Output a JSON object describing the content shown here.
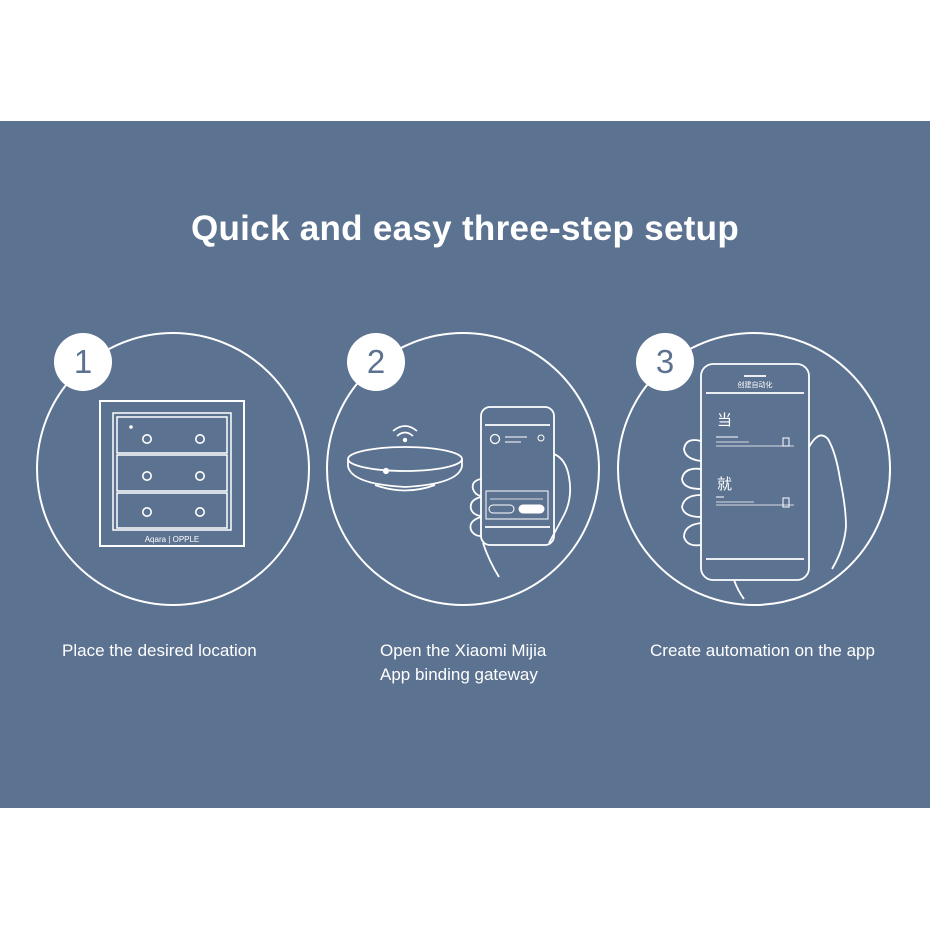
{
  "title": "Quick and easy three-step setup",
  "colors": {
    "panel": "#5c7291",
    "line": "#ffffff",
    "page": "#ffffff"
  },
  "steps": [
    {
      "number": "1",
      "caption_lines": [
        "Place the desired location"
      ],
      "illustration": "wall-switch-icon",
      "brand_text": "Aqara | OPPLE"
    },
    {
      "number": "2",
      "caption_lines": [
        "Open the Xiaomi Mijia",
        "App binding gateway"
      ],
      "illustration": "gateway-and-phone-icon"
    },
    {
      "number": "3",
      "caption_lines": [
        "Create automation on the app"
      ],
      "illustration": "phone-automation-icon",
      "screen_title": "创建自动化",
      "when_label": "当",
      "then_label": "就"
    }
  ]
}
